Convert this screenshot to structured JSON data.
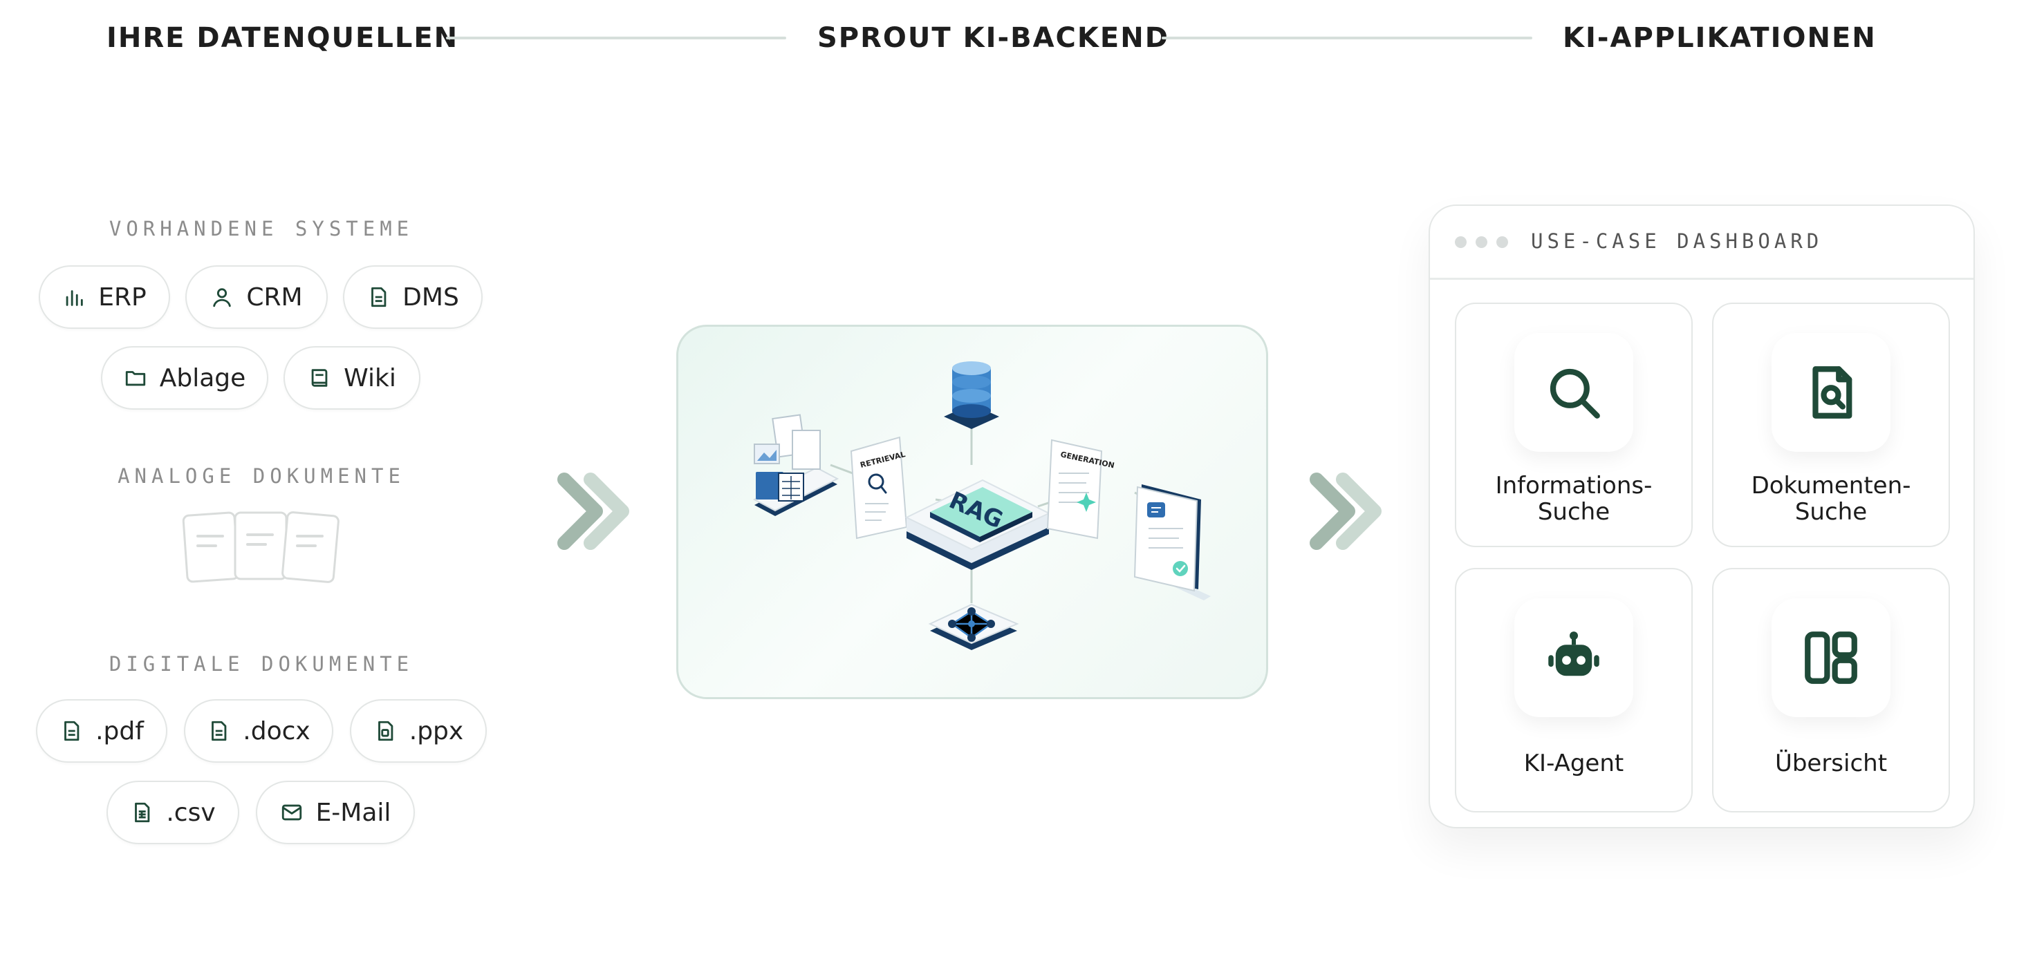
{
  "header": {
    "sources": "IHRE DATENQUELLEN",
    "backend": "SPROUT KI-BACKEND",
    "apps": "KI-APPLIKATIONEN"
  },
  "sources": {
    "systems_label": "VORHANDENE SYSTEME",
    "systems": [
      {
        "label": "ERP",
        "icon": "bar-chart-icon"
      },
      {
        "label": "CRM",
        "icon": "user-icon"
      },
      {
        "label": "DMS",
        "icon": "document-icon"
      },
      {
        "label": "Ablage",
        "icon": "folder-icon"
      },
      {
        "label": "Wiki",
        "icon": "book-icon"
      }
    ],
    "analog_label": "ANALOGE DOKUMENTE",
    "digital_label": "DIGITALE DOKUMENTE",
    "digital": [
      {
        "label": ".pdf",
        "icon": "file-icon"
      },
      {
        "label": ".docx",
        "icon": "file-icon"
      },
      {
        "label": ".ppx",
        "icon": "file-slides-icon"
      },
      {
        "label": ".csv",
        "icon": "file-sheet-icon"
      },
      {
        "label": "E-Mail",
        "icon": "mail-icon"
      }
    ]
  },
  "backend": {
    "core_label": "RAG",
    "retrieval_label": "RETRIEVAL",
    "generation_label": "GENERATION"
  },
  "dashboard": {
    "title": "USE-CASE DASHBOARD",
    "cards": [
      {
        "line1": "Informations-",
        "line2": "Suche",
        "icon": "search-icon"
      },
      {
        "line1": "Dokumenten-",
        "line2": "Suche",
        "icon": "document-search-icon"
      },
      {
        "line1": "KI-Agent",
        "icon": "robot-icon"
      },
      {
        "line1": "Übersicht",
        "icon": "layout-icon"
      }
    ]
  },
  "colors": {
    "accent": "#1f4a38",
    "navy": "#163a62",
    "chevron_dark": "#9fb5a9",
    "chevron_light": "#c9d8d0"
  }
}
